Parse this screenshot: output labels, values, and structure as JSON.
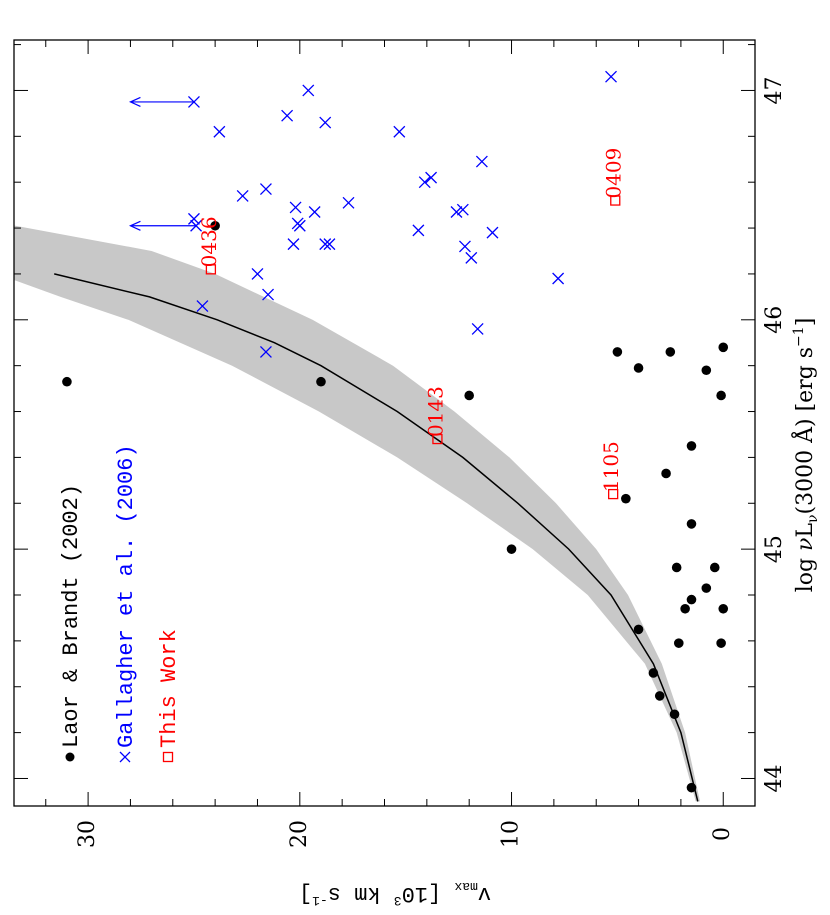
{
  "chart_data": {
    "type": "scatter",
    "rotated_90_clockwise": true,
    "xlabel": "log νL_ν(3000 Å) [erg s⁻¹]",
    "xlabel_parts": {
      "prefix": "log ",
      "nu": "ν",
      "L": "L",
      "sub": "ν",
      "mid": "(3000 Å) [erg s",
      "sup": "−1",
      "end": "]"
    },
    "ylabel": "v_max [10³ km s⁻¹]",
    "ylabel_parts": {
      "v": "v",
      "sub": "max",
      "a": " [10",
      "sup": "3",
      "b": " km s",
      "sup2": "-1",
      "c": "]"
    },
    "xlim": [
      43.88,
      47.22
    ],
    "ylim": [
      -1.5,
      33.5
    ],
    "x_ticks": [
      {
        "v": 44,
        "label": "44"
      },
      {
        "v": 45,
        "label": "45"
      },
      {
        "v": 46,
        "label": "46"
      },
      {
        "v": 47,
        "label": "47"
      }
    ],
    "y_ticks": [
      {
        "v": 0,
        "label": "0"
      },
      {
        "v": 10,
        "label": "10"
      },
      {
        "v": 20,
        "label": "20"
      },
      {
        "v": 30,
        "label": "30"
      }
    ],
    "legend_placement": "upper-left",
    "series": [
      {
        "name": "Laor & Brandt (2002)",
        "marker": "filled-circle",
        "color": "#000000",
        "points": [
          [
            45.73,
            31
          ],
          [
            46.41,
            24
          ],
          [
            45.73,
            19
          ],
          [
            45.67,
            12
          ],
          [
            45.0,
            10
          ],
          [
            44.65,
            4
          ],
          [
            44.46,
            3.3
          ],
          [
            44.36,
            3.0
          ],
          [
            44.28,
            2.3
          ],
          [
            43.96,
            1.5
          ],
          [
            45.86,
            5
          ],
          [
            45.79,
            4
          ],
          [
            45.22,
            4.6
          ],
          [
            45.86,
            2.5
          ],
          [
            45.33,
            2.7
          ],
          [
            45.45,
            1.5
          ],
          [
            45.11,
            1.5
          ],
          [
            44.92,
            2.2
          ],
          [
            44.78,
            1.5
          ],
          [
            44.74,
            1.8
          ],
          [
            44.59,
            2.1
          ],
          [
            44.83,
            0.8
          ],
          [
            44.92,
            0.4
          ],
          [
            45.78,
            0.8
          ],
          [
            45.88,
            0.0
          ],
          [
            45.67,
            0.1
          ],
          [
            44.74,
            0.0
          ],
          [
            44.59,
            0.1
          ]
        ]
      },
      {
        "name": "Gallagher et al. (2006)",
        "marker": "cross",
        "color": "#0000ff",
        "points": [
          [
            47.06,
            5.3
          ],
          [
            47.0,
            19.6
          ],
          [
            46.95,
            25.0
          ],
          [
            46.89,
            20.6
          ],
          [
            46.86,
            18.8
          ],
          [
            46.82,
            23.8
          ],
          [
            46.82,
            15.3
          ],
          [
            46.69,
            11.4
          ],
          [
            46.62,
            13.8
          ],
          [
            46.6,
            14.1
          ],
          [
            46.57,
            21.6
          ],
          [
            46.54,
            22.7
          ],
          [
            46.51,
            17.7
          ],
          [
            46.49,
            20.2
          ],
          [
            46.48,
            12.3
          ],
          [
            46.47,
            19.3
          ],
          [
            46.47,
            12.6
          ],
          [
            46.44,
            25.0
          ],
          [
            46.42,
            20.1
          ],
          [
            46.41,
            20.0
          ],
          [
            46.39,
            14.4
          ],
          [
            46.38,
            10.9
          ],
          [
            46.33,
            20.3
          ],
          [
            46.33,
            18.8
          ],
          [
            46.33,
            18.6
          ],
          [
            46.32,
            12.2
          ],
          [
            46.27,
            11.9
          ],
          [
            46.2,
            22.0
          ],
          [
            46.18,
            7.8
          ],
          [
            46.11,
            21.5
          ],
          [
            46.06,
            24.6
          ],
          [
            45.96,
            11.6
          ],
          [
            45.86,
            21.6
          ],
          [
            46.41,
            24.9
          ]
        ]
      },
      {
        "name": "This Work",
        "marker": "open-square",
        "color": "#ff0000",
        "points": [
          {
            "x": 46.22,
            "y": 24.2,
            "label": "0436"
          },
          {
            "x": 45.48,
            "y": 13.5,
            "label": "0143"
          },
          {
            "x": 45.24,
            "y": 5.2,
            "label": "1105"
          },
          {
            "x": 46.52,
            "y": 5.1,
            "label": "0409"
          }
        ]
      }
    ],
    "upper_limit_arrows": [
      {
        "x": 46.95,
        "y_from": 25.0,
        "y_to": 28.0
      },
      {
        "x": 46.41,
        "y_from": 24.9,
        "y_to": 28.0
      }
    ],
    "fit_curve": {
      "description": "black line with grey uncertainty band",
      "points": [
        [
          43.9,
          1.2
        ],
        [
          44.2,
          2.0
        ],
        [
          44.5,
          3.3
        ],
        [
          44.8,
          5.3
        ],
        [
          45.0,
          7.3
        ],
        [
          45.2,
          9.7
        ],
        [
          45.4,
          12.3
        ],
        [
          45.6,
          15.4
        ],
        [
          45.8,
          19.0
        ],
        [
          45.9,
          21.2
        ],
        [
          46.0,
          23.9
        ],
        [
          46.1,
          27.1
        ],
        [
          46.2,
          31.6
        ]
      ],
      "band_upper": [
        [
          43.9,
          1.3
        ],
        [
          44.2,
          2.2
        ],
        [
          44.5,
          3.7
        ],
        [
          44.8,
          6.4
        ],
        [
          45.0,
          9.0
        ],
        [
          45.2,
          12.1
        ],
        [
          45.4,
          15.4
        ],
        [
          45.6,
          19.1
        ],
        [
          45.8,
          23.2
        ],
        [
          46.0,
          28.1
        ],
        [
          46.1,
          31.3
        ],
        [
          46.19,
          34.0
        ]
      ],
      "band_lower": [
        [
          43.9,
          1.1
        ],
        [
          44.2,
          1.8
        ],
        [
          44.5,
          2.9
        ],
        [
          44.8,
          4.5
        ],
        [
          45.0,
          6.0
        ],
        [
          45.2,
          7.9
        ],
        [
          45.4,
          10.1
        ],
        [
          45.6,
          12.7
        ],
        [
          45.8,
          15.6
        ],
        [
          46.0,
          19.4
        ],
        [
          46.2,
          24.0
        ],
        [
          46.3,
          27.0
        ],
        [
          46.42,
          34.0
        ]
      ]
    }
  }
}
